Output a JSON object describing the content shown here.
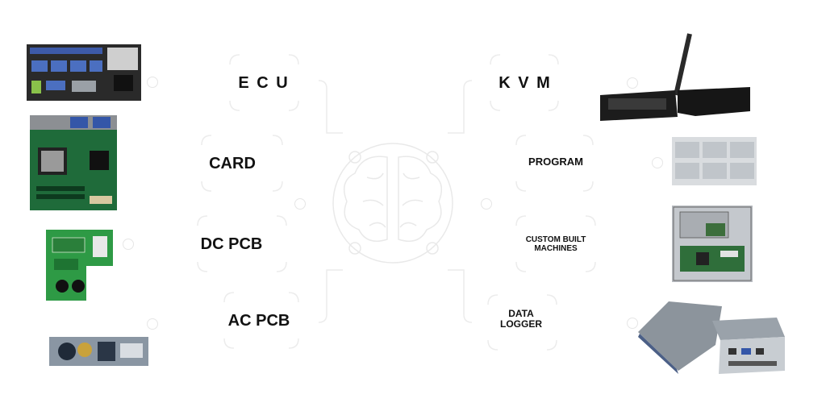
{
  "left_items": [
    {
      "label": "E C U"
    },
    {
      "label": "CARD"
    },
    {
      "label": "DC PCB"
    },
    {
      "label": "AC PCB"
    }
  ],
  "right_items": [
    {
      "label": "K V M"
    },
    {
      "label": "PROGRAM"
    },
    {
      "label": "CUSTOM BUILT\nMACHINES"
    },
    {
      "label": "DATA\nLOGGER"
    }
  ],
  "center": {
    "icon": "brain-icon"
  },
  "colors": {
    "line": "#e8e8e8",
    "text": "#111111",
    "pcb_green": "#2f8a3a",
    "metal": "#b9bec4"
  }
}
